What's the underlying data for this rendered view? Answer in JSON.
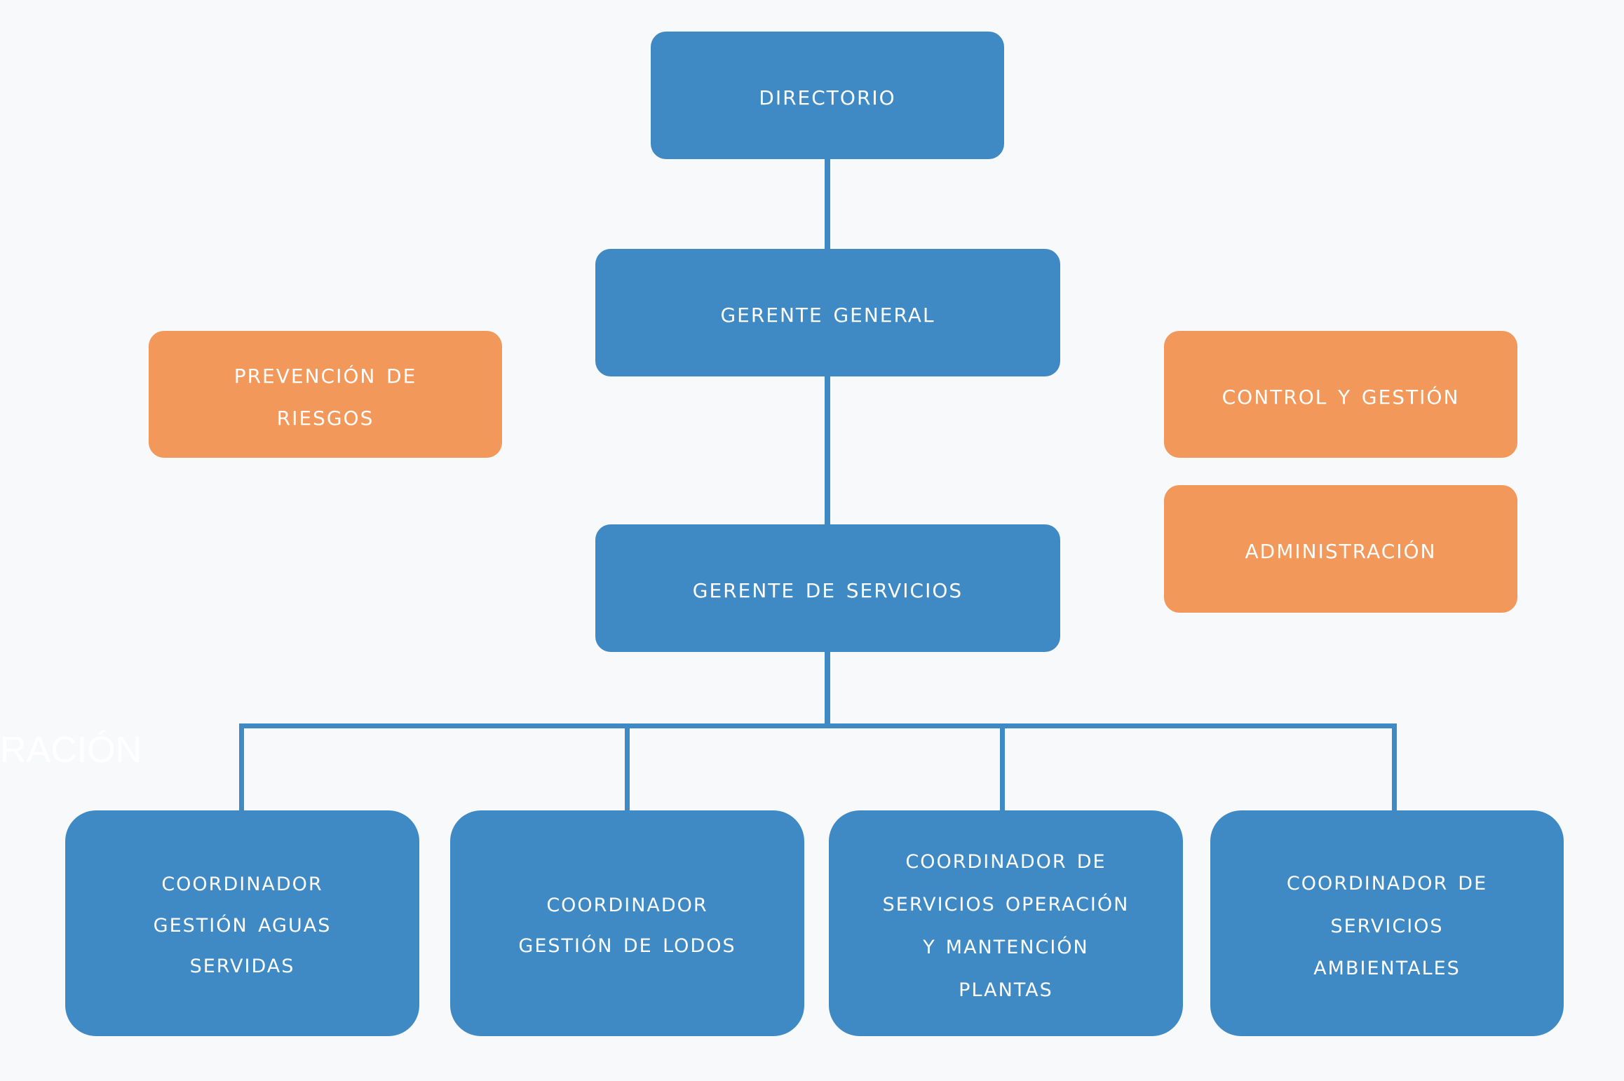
{
  "chart": {
    "boxes": {
      "directorio": "DIRECTORIO",
      "gerente_general": "GERENTE GENERAL",
      "prevencion": [
        "PREVENCIÓN DE",
        "RIESGOS"
      ],
      "control": "CONTROL Y GESTIÓN",
      "administracion": "ADMINISTRACIÓN",
      "gerente_servicios": "GERENTE DE SERVICIOS",
      "coord_aguas": [
        "COORDINADOR",
        "GESTIÓN AGUAS",
        "SERVIDAS"
      ],
      "coord_lodos": [
        "COORDINADOR",
        "GESTIÓN DE LODOS"
      ],
      "coord_operacion": [
        "COORDINADOR DE",
        "SERVICIOS OPERACIÓN",
        "Y MANTENCIÓN",
        "PLANTAS"
      ],
      "coord_ambientales": [
        "COORDINADOR DE",
        "SERVICIOS",
        "AMBIENTALES"
      ]
    },
    "ghost_text": "RACIÓN"
  },
  "colors": {
    "primary_box": "#3f8ac4",
    "secondary_box": "#f2985a",
    "text": "#ffffff",
    "background": "#f8f9fb"
  }
}
